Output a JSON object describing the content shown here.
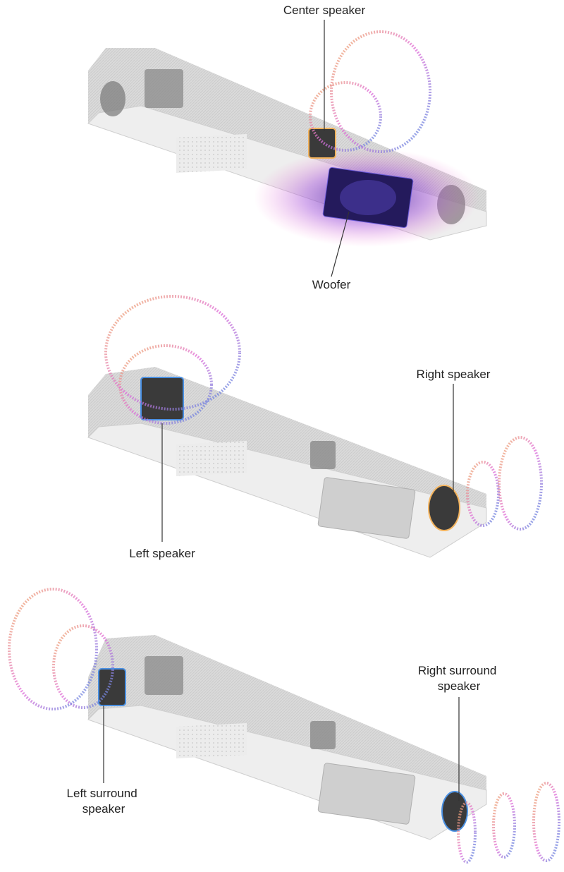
{
  "labels": {
    "center": "Center speaker",
    "woofer": "Woofer",
    "right": "Right speaker",
    "left": "Left speaker",
    "right_surround": [
      "Right surround",
      "speaker"
    ],
    "left_surround": [
      "Left surround",
      "speaker"
    ]
  },
  "colors": {
    "fabric": "#d9d9d9",
    "body": "#efefef",
    "driver": "#555555",
    "wave_blue": "#4a90e2",
    "wave_pink": "#e06bd8",
    "wave_orange": "#f2b25c",
    "woofer_glow": "#5a32c8"
  }
}
